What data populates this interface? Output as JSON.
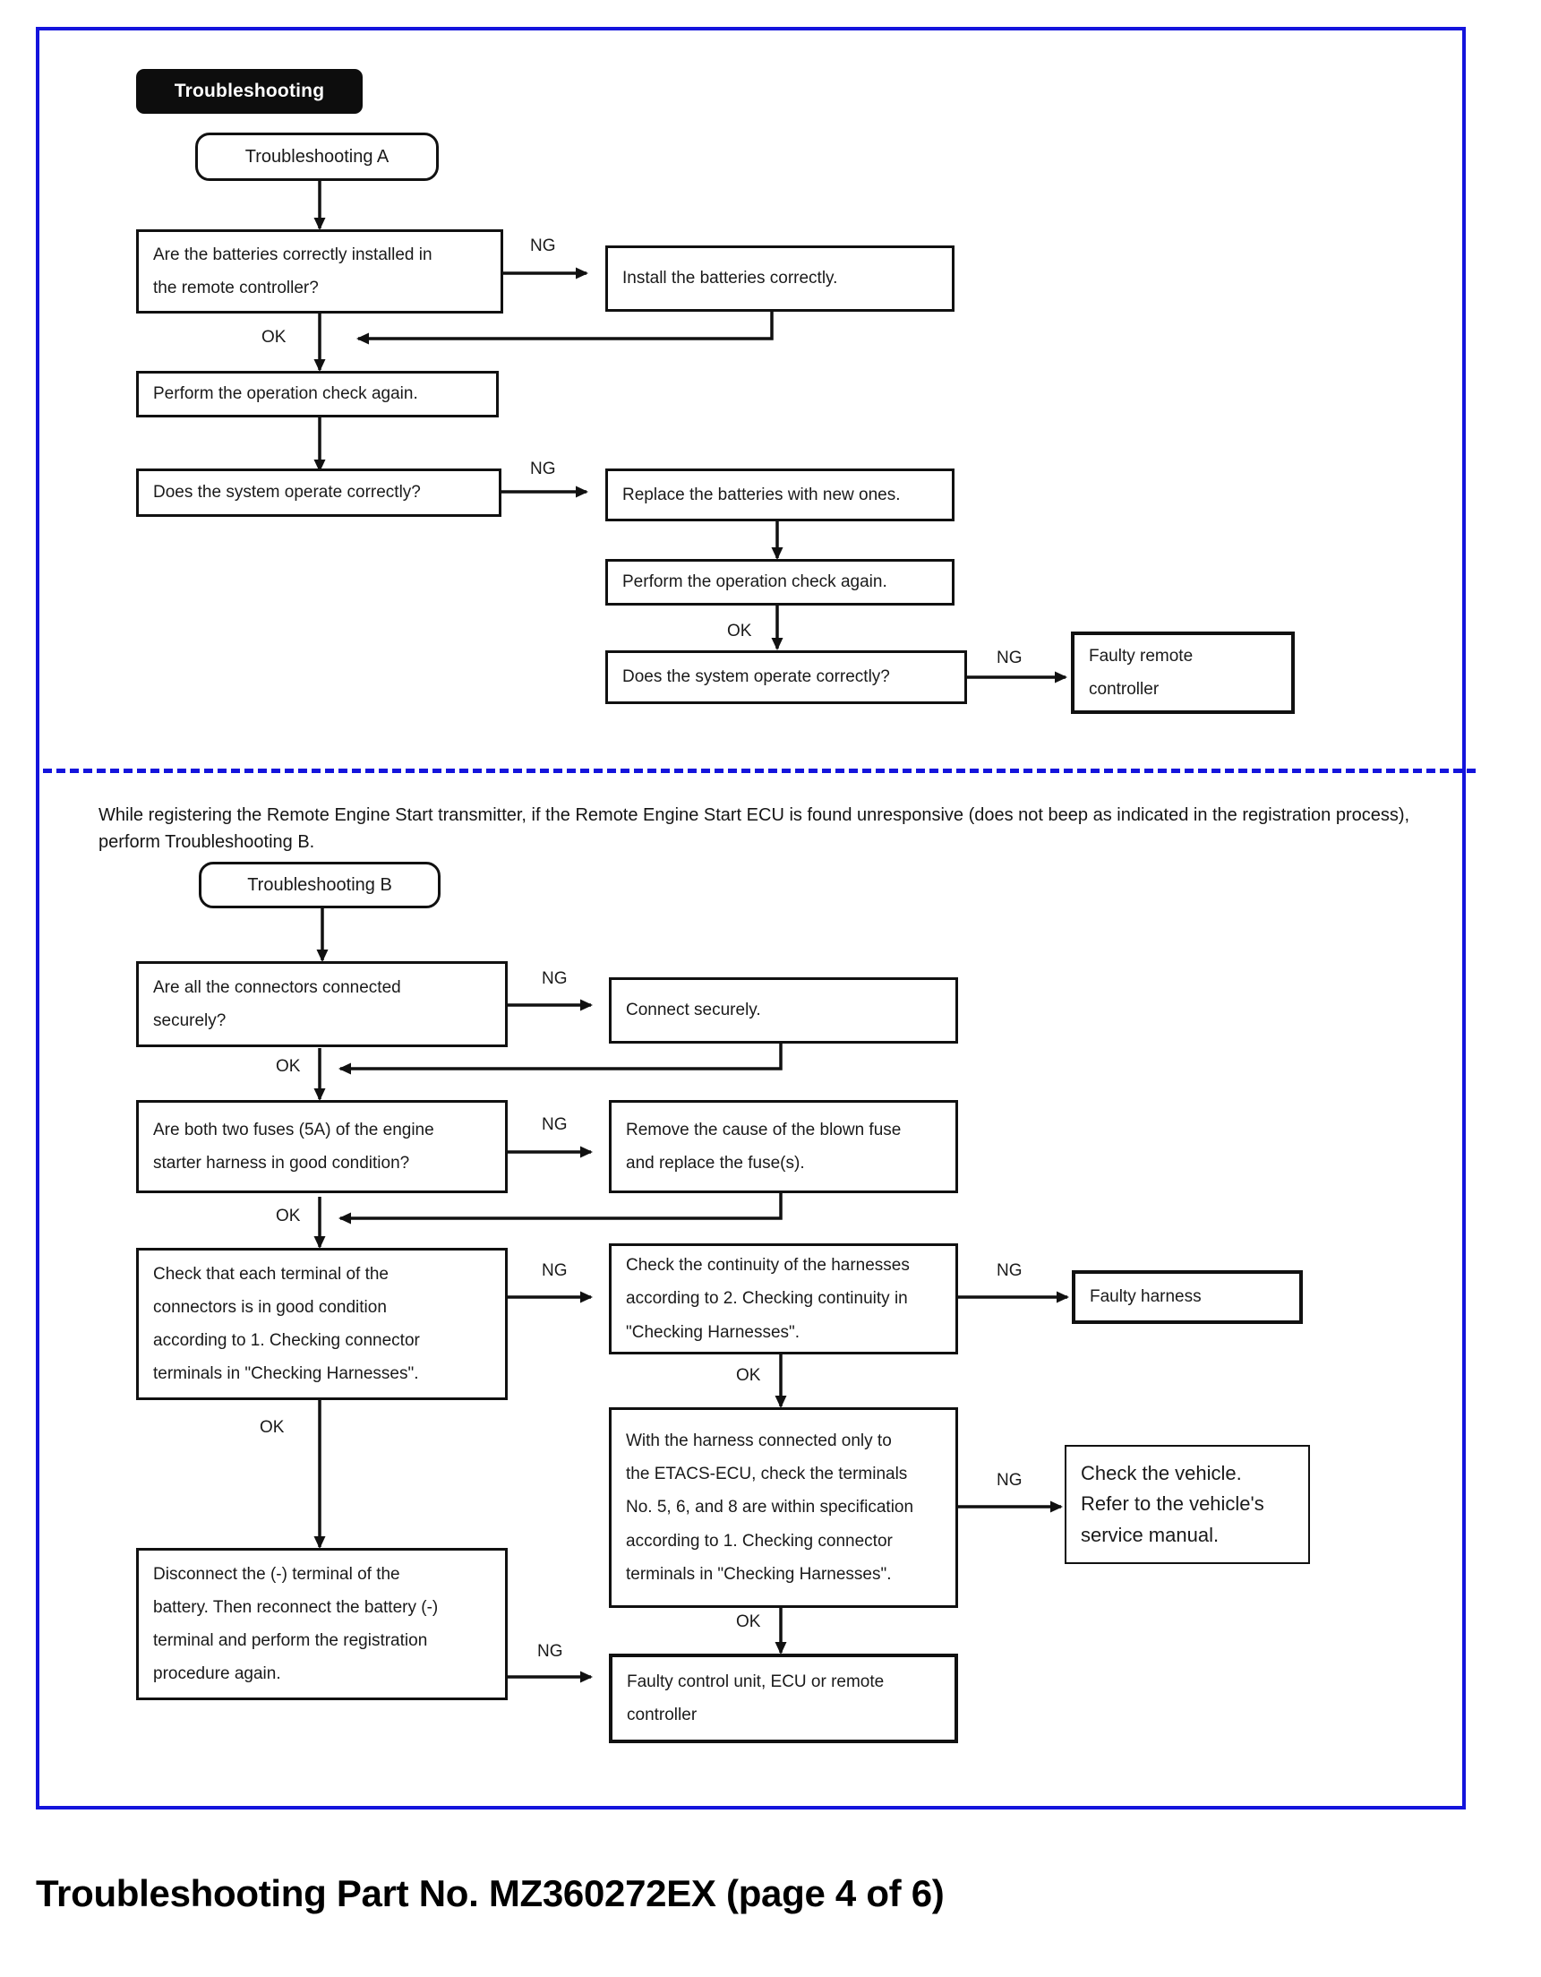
{
  "page": {
    "footer_caption": "Troubleshooting Part No. MZ360272EX (page 4 of 6)",
    "frame_color": "#1414dc",
    "ink_color": "#111111"
  },
  "section_a": {
    "tag_label": "Troubleshooting",
    "start_label": "Troubleshooting A",
    "nodes": {
      "batteries_installed": "Are the batteries correctly installed in\nthe remote controller?",
      "install_batteries": "Install the batteries correctly.",
      "operation_check_1": "Perform the operation check again.",
      "system_operate_1": "Does the system operate correctly?",
      "replace_batteries": "Replace the batteries with new ones.",
      "operation_check_2": "Perform the operation check again.",
      "system_operate_2": "Does the system operate correctly?",
      "faulty_remote": "Faulty remote\ncontroller"
    },
    "edges": {
      "ng_1": "NG",
      "ok_1": "OK",
      "ng_2": "NG",
      "ok_2": "OK",
      "ng_3": "NG"
    }
  },
  "section_b": {
    "intro_paragraph": "While registering the Remote Engine Start transmitter, if the Remote Engine Start ECU is found unresponsive (does not beep as indicated in the registration process), perform Troubleshooting B.",
    "start_label": "Troubleshooting B",
    "nodes": {
      "connectors_secure": "Are all the connectors connected\nsecurely?",
      "connect_securely": "Connect securely.",
      "fuses_good": "Are both two fuses (5A) of the engine\nstarter harness in good condition?",
      "remove_blown_fuse": "Remove the cause of the blown fuse\nand replace the fuse(s).",
      "check_terminals": "Check that each terminal of the\nconnectors is in good condition\naccording to 1. Checking connector\nterminals in \"Checking Harnesses\".",
      "check_continuity": "Check the continuity of the harnesses\naccording to 2. Checking continuity in\n\"Checking Harnesses\".",
      "faulty_harness": "Faulty harness",
      "etacs_terminals": "With the harness connected only to\nthe ETACS-ECU, check the terminals\nNo. 5, 6, and 8 are within specification\naccording to 1. Checking connector\nterminals in \"Checking Harnesses\".",
      "check_vehicle": "Check the vehicle.\nRefer to the vehicle's\nservice manual.",
      "disconnect_battery": "Disconnect the (-) terminal of the\nbattery. Then reconnect the battery (-)\nterminal and perform the registration\nprocedure again.",
      "faulty_control_unit": "Faulty control unit, ECU or remote\ncontroller"
    },
    "edges": {
      "ng_connectors": "NG",
      "ok_connectors": "OK",
      "ng_fuses": "NG",
      "ok_fuses": "OK",
      "ng_terminals": "NG",
      "ok_terminals": "OK",
      "ng_continuity": "NG",
      "ok_continuity": "OK",
      "ng_etacs": "NG",
      "ok_etacs": "OK",
      "ng_disconnect": "NG"
    }
  }
}
